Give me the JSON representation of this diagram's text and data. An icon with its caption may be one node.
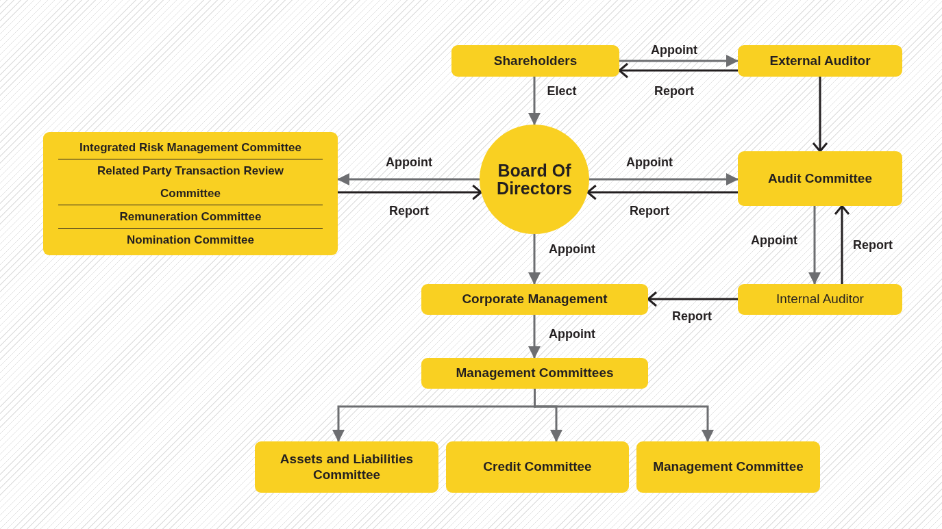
{
  "diagram": {
    "nodes": [
      {
        "text": [
          "Shareholders"
        ]
      },
      {
        "text": [
          "External Auditor"
        ]
      },
      {
        "text": [
          "Integrated Risk Management Committee",
          "Related Party Transaction Review Committee",
          "Remuneration Committee",
          "Nomination Committee"
        ]
      },
      {
        "text": [
          "Board Of Directors"
        ]
      },
      {
        "text": [
          "Audit Committee"
        ]
      },
      {
        "text": [
          "Corporate Management"
        ]
      },
      {
        "text": [
          "Internal Auditor"
        ]
      },
      {
        "text": [
          "Management Committees"
        ]
      },
      {
        "text": [
          "Assets and Liabilities Committee"
        ]
      },
      {
        "text": [
          "Credit Committee"
        ]
      },
      {
        "text": [
          "Management Committee"
        ]
      }
    ],
    "edges": [
      {
        "from": 0,
        "to": 1,
        "arrow": "to",
        "label": "Appoint"
      },
      {
        "from": 1,
        "to": 0,
        "arrow": "to",
        "label": "Report",
        "color": "#231f20"
      },
      {
        "from": 0,
        "to": 3,
        "arrow": "to",
        "label": "Elect"
      },
      {
        "from": 1,
        "to": 4,
        "arrow": "to",
        "color": "#231f20"
      },
      {
        "from": 3,
        "to": 2,
        "arrow": "to",
        "label": "Appoint"
      },
      {
        "from": 2,
        "to": 3,
        "arrow": "to",
        "label": "Report",
        "color": "#231f20"
      },
      {
        "from": 3,
        "to": 4,
        "arrow": "to",
        "label": "Appoint"
      },
      {
        "from": 4,
        "to": 3,
        "arrow": "to",
        "label": "Report",
        "color": "#231f20"
      },
      {
        "from": 3,
        "to": 5,
        "arrow": "to",
        "label": "Appoint"
      },
      {
        "from": 4,
        "to": 6,
        "arrow": "to",
        "label": "Appoint"
      },
      {
        "from": 6,
        "to": 4,
        "arrow": "to",
        "label": "Report",
        "color": "#231f20"
      },
      {
        "from": 6,
        "to": 5,
        "arrow": "to",
        "label": "Report",
        "color": "#231f20"
      },
      {
        "from": 5,
        "to": 7,
        "arrow": "to",
        "label": "Appoint"
      },
      {
        "from": 7,
        "to": 8,
        "arrow": "to"
      },
      {
        "from": 7,
        "to": 9,
        "arrow": "to"
      },
      {
        "from": 7,
        "to": 10,
        "arrow": "to"
      }
    ]
  }
}
